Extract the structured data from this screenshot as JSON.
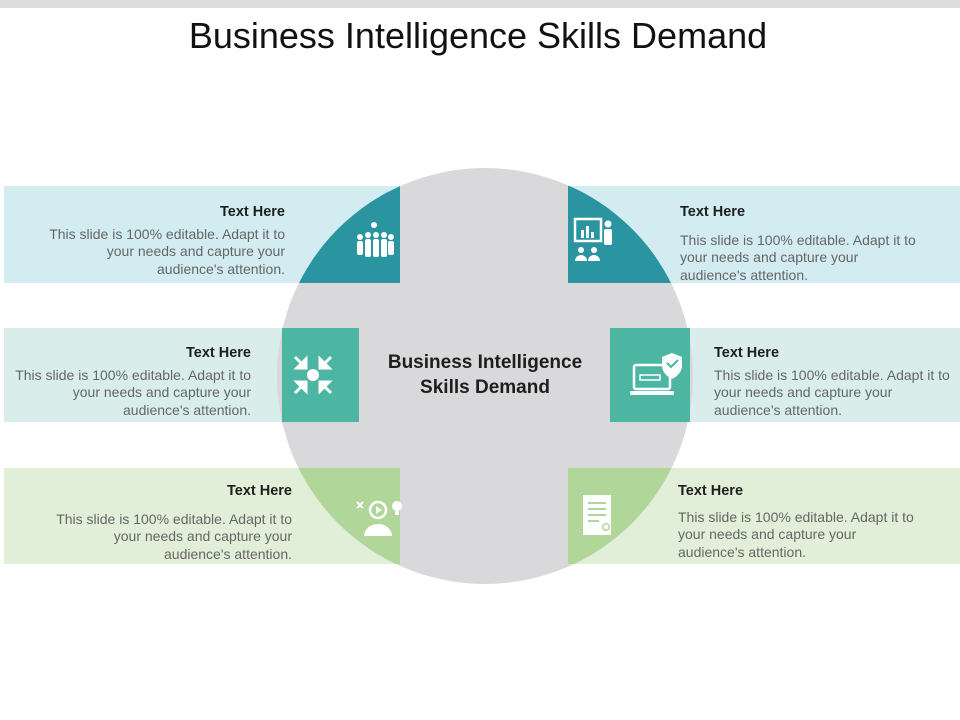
{
  "title": "Business Intelligence Skills Demand",
  "center": {
    "line1": "Business Intelligence",
    "line2": "Skills Demand"
  },
  "colors": {
    "teal_dark": "#2a95a1",
    "teal_mid": "#4db6a3",
    "green": "#b1d69a",
    "band_blue": "#d2ecf2",
    "band_teal": "#d9eeeb",
    "band_green": "#e1efd8",
    "circle": "#d9d8da"
  },
  "items": [
    {
      "heading": "Text Here",
      "body": "This slide is 100% editable. Adapt it to your needs and capture your audience's attention.",
      "icon": "team-idea-icon"
    },
    {
      "heading": "Text Here",
      "body": "This slide is 100% editable. Adapt it to your needs and capture your audience's attention.",
      "icon": "presentation-icon"
    },
    {
      "heading": "Text Here",
      "body": "This slide is 100% editable. Adapt it to your needs and capture your audience's attention.",
      "icon": "converge-arrows-icon"
    },
    {
      "heading": "Text Here",
      "body": "This slide is 100% editable. Adapt it to your needs and capture your audience's attention.",
      "icon": "laptop-shield-icon"
    },
    {
      "heading": "Text Here",
      "body": "This slide is 100% editable. Adapt it to your needs and capture your audience's attention.",
      "icon": "person-skills-icon"
    },
    {
      "heading": "Text Here",
      "body": "This slide is 100% editable. Adapt it to your needs and capture your audience's attention.",
      "icon": "certificate-icon"
    }
  ]
}
